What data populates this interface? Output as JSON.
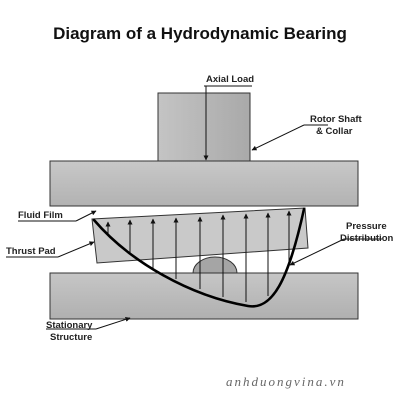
{
  "title": "Diagram of a Hydrodynamic Bearing",
  "labels": {
    "axial_load": "Axial Load",
    "rotor_line1": "Rotor Shaft",
    "rotor_line2": "& Collar",
    "fluid_film": "Fluid Film",
    "thrust_pad": "Thrust Pad",
    "pressure_line1": "Pressure",
    "pressure_line2": "Distribution",
    "stationary_line1": "Stationary",
    "stationary_line2": "Structure"
  },
  "watermark": "anhduongvina.vn",
  "colors": {
    "part_fill": "#bdbdbd",
    "part_stroke": "#333333",
    "pad_fill": "#c7c7c7",
    "arrow": "#111111"
  }
}
